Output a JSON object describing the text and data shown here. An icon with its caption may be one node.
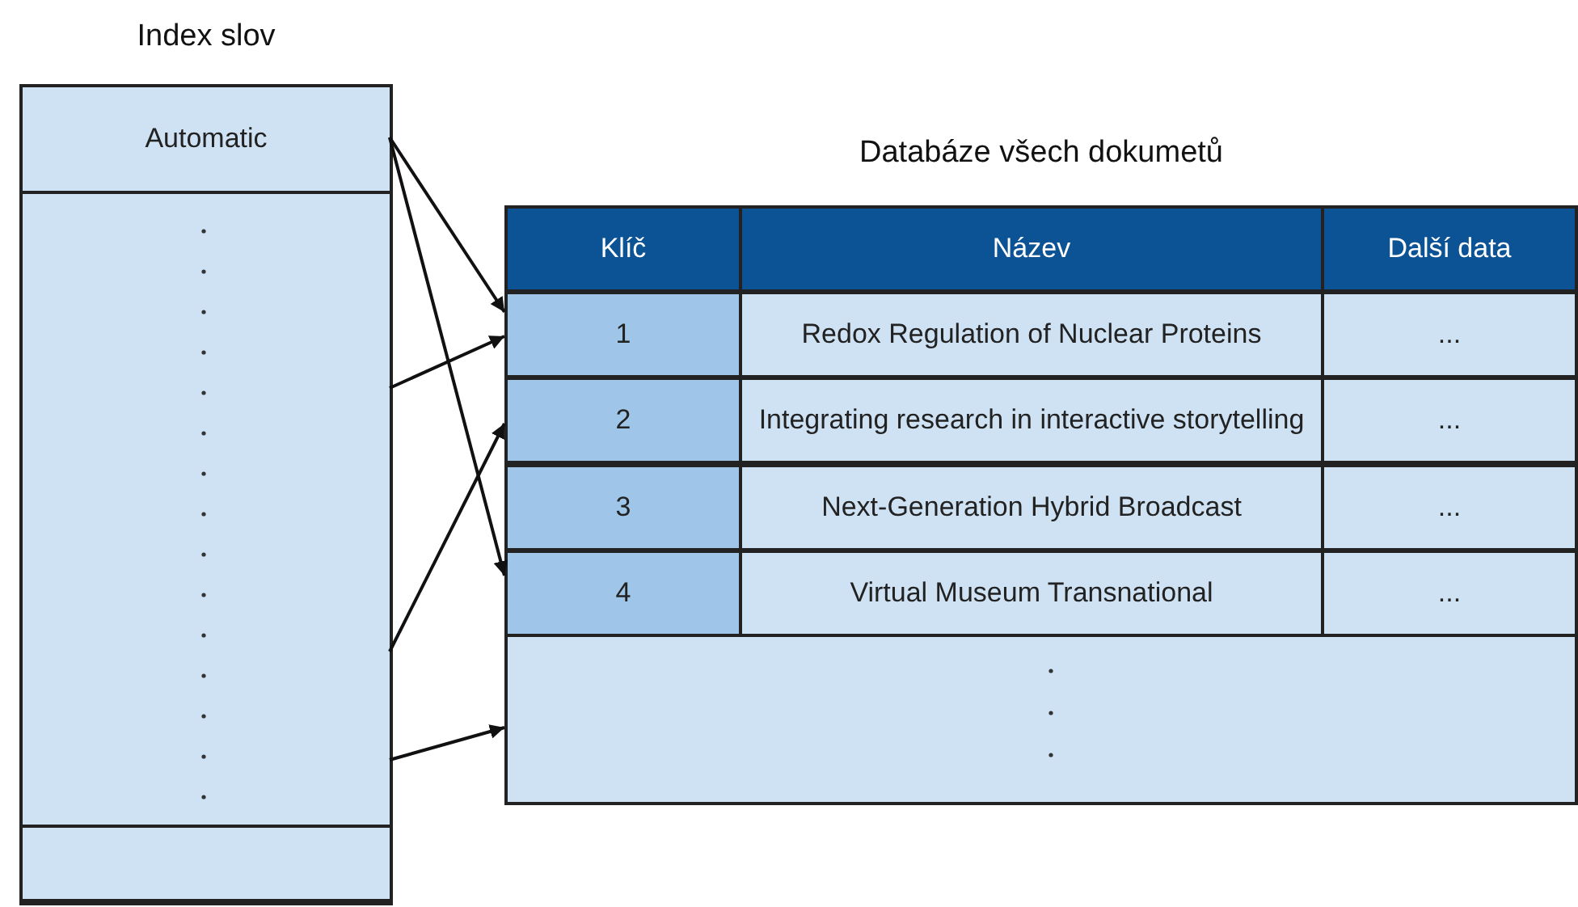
{
  "diagram": {
    "nodes": [
      {
        "text": [
          "Index slov"
        ]
      },
      {
        "text": [
          "Automatic"
        ],
        "in": 0
      },
      {
        "text": [],
        "shape": "box",
        "in": 0
      },
      {
        "text": [],
        "shape": "box",
        "in": 0
      },
      {
        "text": [
          "Databáze všech dokumetů"
        ]
      },
      {
        "text": [
          "Klíč"
        ],
        "in": 4
      },
      {
        "text": [
          "Název"
        ],
        "in": 4
      },
      {
        "text": [
          "Další data"
        ],
        "in": 4
      },
      {
        "text": [
          "1"
        ],
        "in": 4
      },
      {
        "text": [
          "Redox Regulation of Nuclear Proteins"
        ],
        "in": 4
      },
      {
        "text": [
          "..."
        ],
        "in": 4
      },
      {
        "text": [
          "2"
        ],
        "in": 4
      },
      {
        "text": [
          "Integrating research in interactive storytelling"
        ],
        "in": 4
      },
      {
        "text": [
          "..."
        ],
        "in": 4
      },
      {
        "text": [
          "3"
        ],
        "in": 4
      },
      {
        "text": [
          "Next-Generation Hybrid Broadcast"
        ],
        "in": 4
      },
      {
        "text": [
          "..."
        ],
        "in": 4
      },
      {
        "text": [
          "4"
        ],
        "in": 4
      },
      {
        "text": [
          "Virtual Museum Transnational"
        ],
        "in": 4
      },
      {
        "text": [
          "..."
        ],
        "in": 4
      },
      {
        "text": [],
        "shape": "box",
        "in": 4
      }
    ],
    "edges": [
      {
        "from": 1,
        "to": 8,
        "arrow": "to"
      },
      {
        "from": 1,
        "to": 17,
        "arrow": "to"
      },
      {
        "from": 2,
        "to": 8,
        "arrow": "to"
      },
      {
        "from": 2,
        "to": 11,
        "arrow": "to"
      },
      {
        "from": 2,
        "to": 20,
        "arrow": "to"
      }
    ]
  }
}
